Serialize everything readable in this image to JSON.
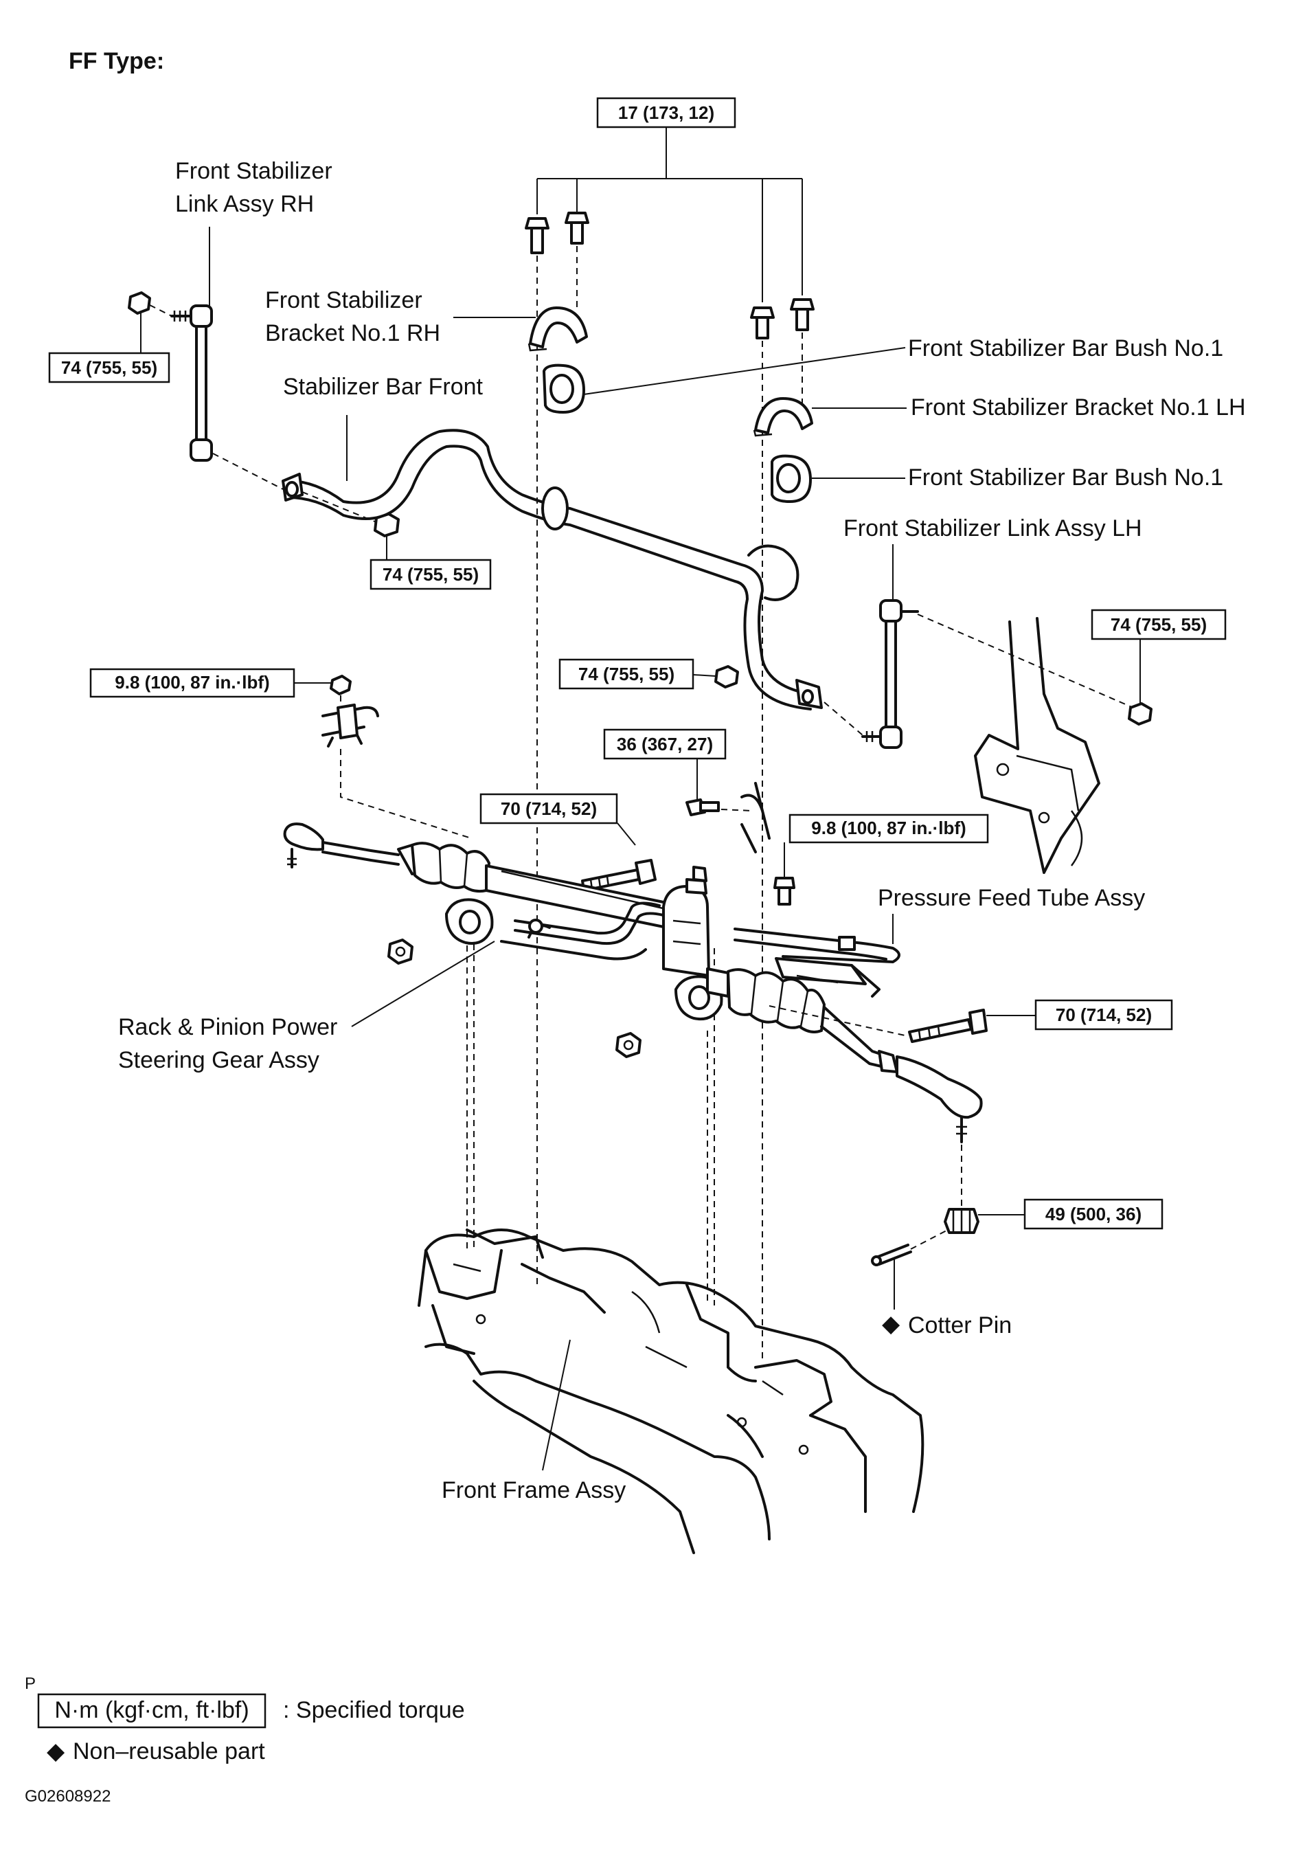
{
  "header": {
    "title": "FF Type:"
  },
  "labels": {
    "link_rh_line1": "Front Stabilizer",
    "link_rh_line2": "Link Assy RH",
    "bracket_rh_line1": "Front Stabilizer",
    "bracket_rh_line2": "Bracket No.1 RH",
    "stabilizer_bar_front": "Stabilizer Bar Front",
    "bar_bush_upper": "Front Stabilizer Bar Bush No.1",
    "bracket_lh": "Front Stabilizer Bracket No.1 LH",
    "bar_bush_lower": "Front Stabilizer Bar Bush No.1",
    "link_lh": "Front Stabilizer Link Assy LH",
    "pressure_feed_tube": "Pressure Feed Tube Assy",
    "rack_pinion_line1": "Rack & Pinion Power",
    "rack_pinion_line2": "Steering Gear Assy",
    "cotter_pin": "Cotter Pin",
    "front_frame": "Front Frame Assy"
  },
  "torques": {
    "bracket_bolts": "17 (173, 12)",
    "link_rh_upper": "74 (755, 55)",
    "link_rh_lower": "74 (755, 55)",
    "link_lh_upper": "74 (755, 55)",
    "link_lh_lower": "74 (755, 55)",
    "clamp_left": "9.8 (100, 87 in.·lbf)",
    "clamp_right": "9.8 (100, 87 in.·lbf)",
    "joint_bolt": "36 (367, 27)",
    "gear_bolt_left": "70 (714, 52)",
    "gear_bolt_right": "70 (714, 52)",
    "tie_rod_nut": "49 (500, 36)"
  },
  "legend": {
    "marker": "P",
    "unit_box": "N·m (kgf·cm, ft·lbf)",
    "specified_torque": ": Specified torque",
    "non_reusable": "Non–reusable part",
    "diamond_symbol": "◆"
  },
  "figure_code": "G02608922"
}
